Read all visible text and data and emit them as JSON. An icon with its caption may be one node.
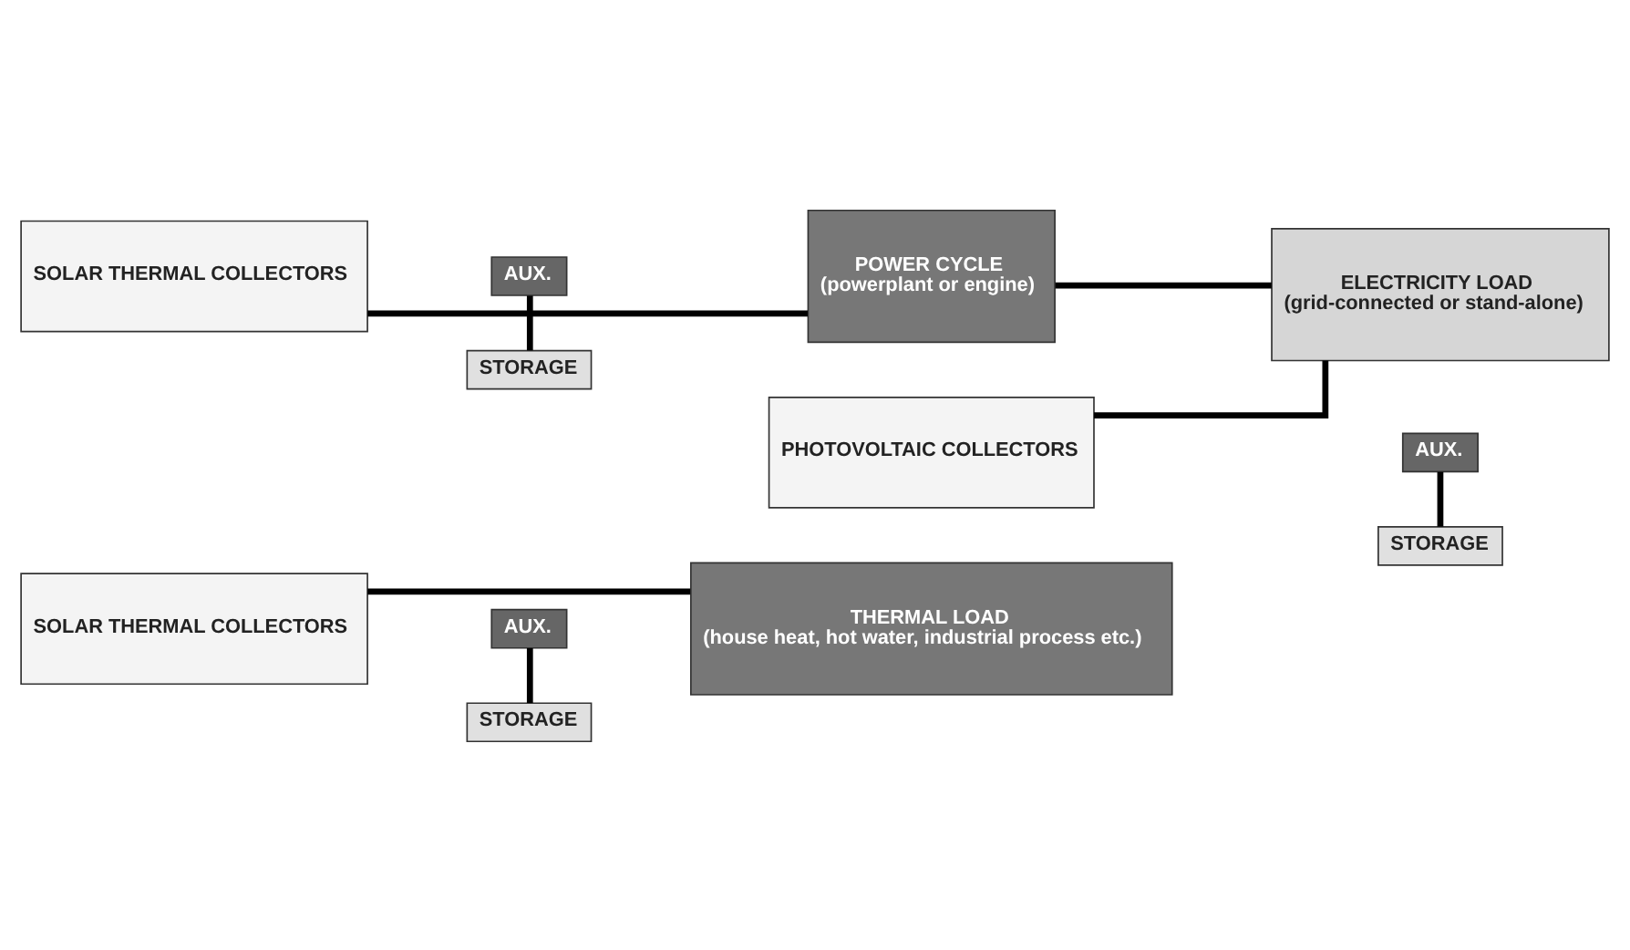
{
  "diagram": {
    "nodes": [
      {
        "text": [
          "SOLAR THERMAL COLLECTORS"
        ]
      },
      {
        "text": [
          "AUX."
        ]
      },
      {
        "text": [
          "STORAGE"
        ]
      },
      {
        "text": [
          "THERMAL LOAD",
          "(house heat, hot water, industrial process etc.)"
        ]
      },
      {
        "text": [
          "SOLAR THERMAL COLLECTORS"
        ]
      },
      {
        "text": [
          "AUX."
        ]
      },
      {
        "text": [
          "STORAGE"
        ]
      },
      {
        "text": [
          "POWER CYCLE",
          "(powerplant or engine)"
        ]
      },
      {
        "text": [
          "ELECTRICITY LOAD",
          "(grid-connected or stand-alone)"
        ]
      },
      {
        "text": [
          "PHOTOVOLTAIC COLLECTORS"
        ]
      },
      {
        "text": [
          "AUX."
        ]
      },
      {
        "text": [
          "STORAGE"
        ]
      }
    ],
    "edges": [
      {
        "from": 0,
        "to": 3,
        "arrow": "none"
      },
      {
        "from": 1,
        "to": 2,
        "arrow": "none"
      },
      {
        "from": 4,
        "to": 7,
        "arrow": "none"
      },
      {
        "from": 5,
        "to": 6,
        "arrow": "none"
      },
      {
        "from": 7,
        "to": 8,
        "arrow": "none"
      },
      {
        "from": 9,
        "to": 8,
        "arrow": "none"
      },
      {
        "from": 10,
        "to": 11,
        "arrow": "none"
      }
    ]
  }
}
